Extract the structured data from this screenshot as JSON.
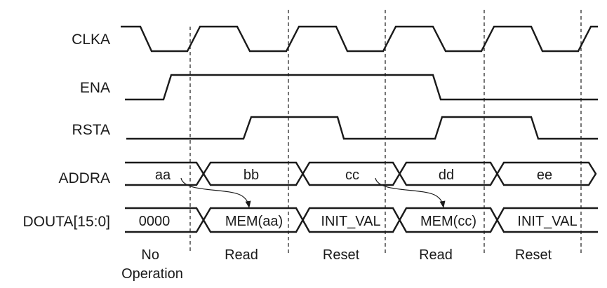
{
  "signals": {
    "clka": "CLKA",
    "ena": "ENA",
    "rsta": "RSTA",
    "addra": "ADDRA",
    "douta": "DOUTA[15:0]"
  },
  "addra_values": [
    "aa",
    "bb",
    "cc",
    "dd",
    "ee"
  ],
  "douta_values": [
    "0000",
    "MEM(aa)",
    "INIT_VAL",
    "MEM(cc)",
    "INIT_VAL"
  ],
  "operations": [
    [
      "No",
      "Operation"
    ],
    [
      "Read"
    ],
    [
      "Reset"
    ],
    [
      "Read"
    ],
    [
      "Reset"
    ]
  ]
}
